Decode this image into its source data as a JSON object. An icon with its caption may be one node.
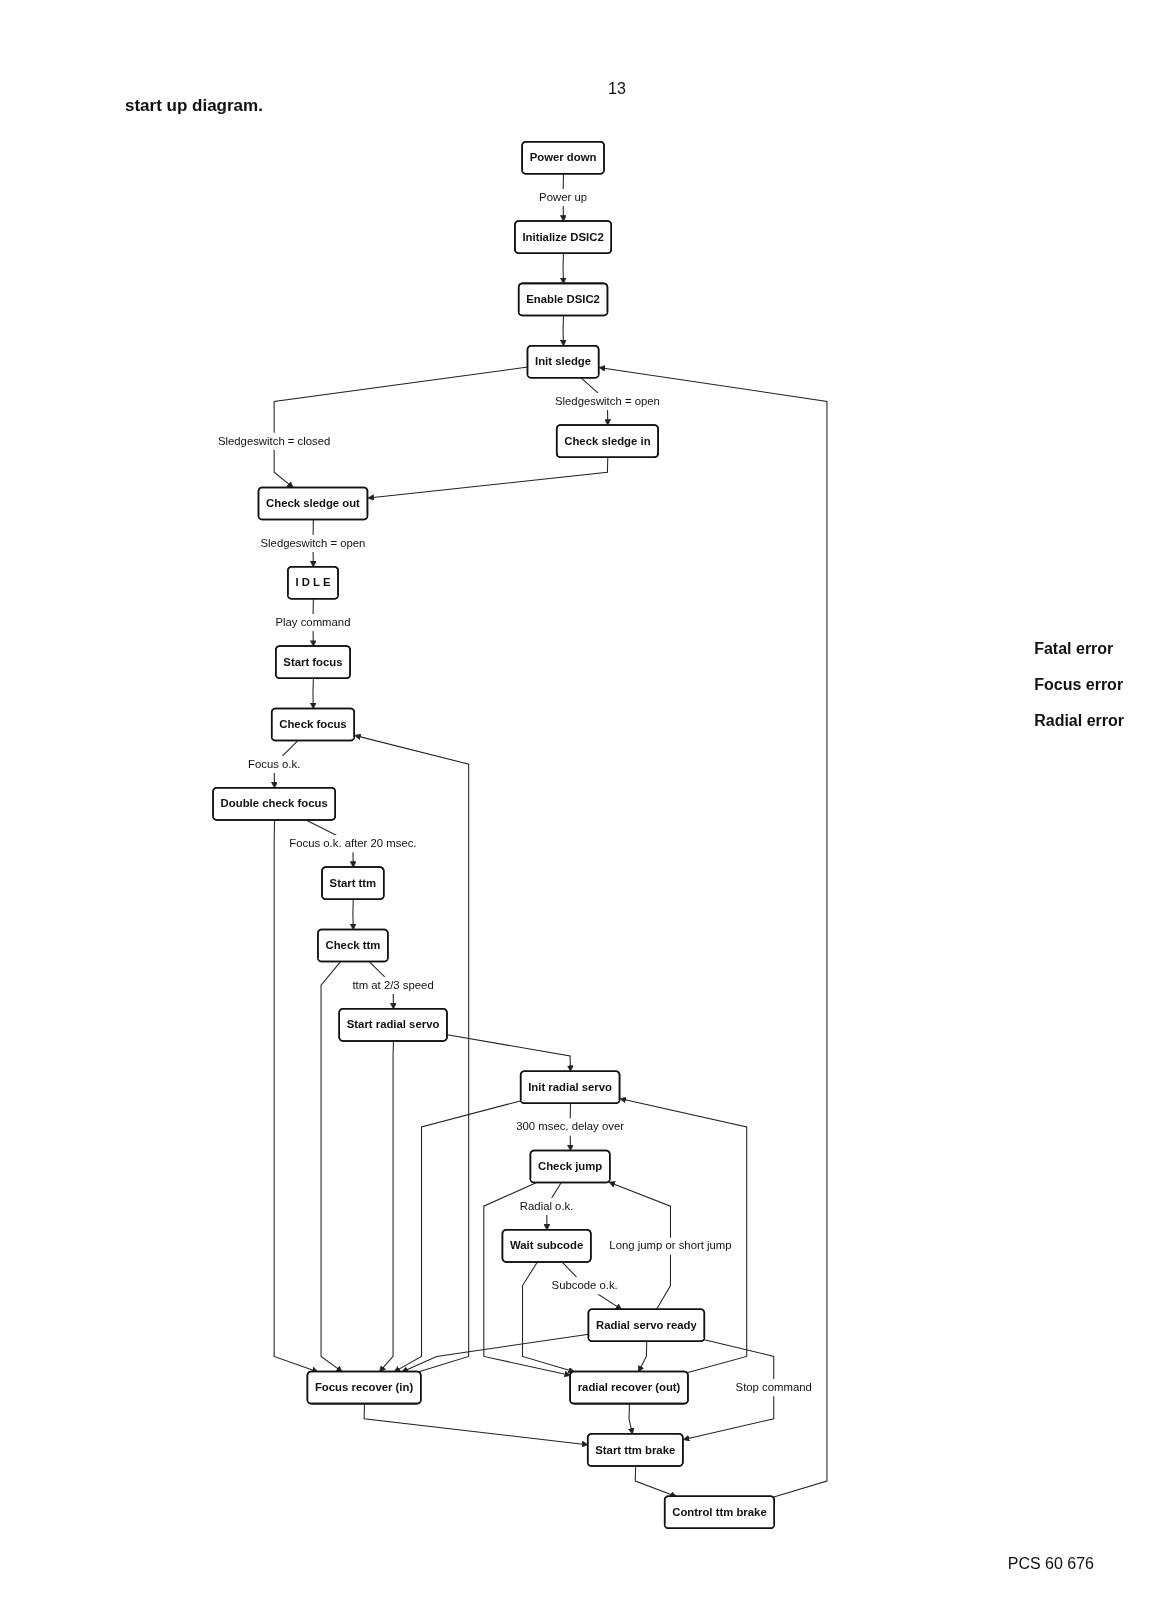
{
  "diagram": {
    "title": "start up diagram.",
    "nodes": [
      {
        "text": [
          "Power down"
        ]
      },
      {
        "text": [
          "Initialize DSIC2"
        ]
      },
      {
        "text": [
          "Enable DSIC2"
        ]
      },
      {
        "text": [
          "Init sledge"
        ]
      },
      {
        "text": [
          "Check sledge in"
        ]
      },
      {
        "text": [
          "Check sledge out"
        ]
      },
      {
        "text": [
          "I D L E"
        ]
      },
      {
        "text": [
          "Control ttm brake"
        ]
      },
      {
        "text": [
          "Start ttm brake"
        ]
      },
      {
        "text": [
          "Start focus"
        ]
      },
      {
        "text": [
          "Check focus"
        ]
      },
      {
        "text": [
          "Focus recover (in)"
        ]
      },
      {
        "text": [
          "Double check focus"
        ]
      },
      {
        "text": [
          "Start ttm"
        ]
      },
      {
        "text": [
          "Check ttm"
        ]
      },
      {
        "text": [
          "Start radial servo"
        ]
      },
      {
        "text": [
          "Init radial servo"
        ]
      },
      {
        "text": [
          "radial recover (out)"
        ]
      },
      {
        "text": [
          "Check jump"
        ]
      },
      {
        "text": [
          "Wait subcode"
        ]
      },
      {
        "text": [
          "Radial servo ready"
        ]
      }
    ],
    "edges": [
      {
        "from": 0,
        "to": 1,
        "arrow": "to",
        "label": "Power up"
      },
      {
        "from": 1,
        "to": 2,
        "arrow": "to"
      },
      {
        "from": 2,
        "to": 3,
        "arrow": "to"
      },
      {
        "from": 3,
        "to": 4,
        "arrow": "to",
        "label": "Sledgeswitch = open"
      },
      {
        "from": 3,
        "to": 5,
        "arrow": "to",
        "label": "Sledgeswitch = closed"
      },
      {
        "from": 4,
        "to": 5,
        "arrow": "to"
      },
      {
        "from": 5,
        "to": 6,
        "arrow": "to",
        "label": "Sledgeswitch = open"
      },
      {
        "from": 8,
        "to": 7,
        "arrow": "to"
      },
      {
        "from": 7,
        "to": 3,
        "arrow": "to"
      },
      {
        "from": 6,
        "to": 9,
        "arrow": "to",
        "label": "Play command"
      },
      {
        "from": 9,
        "to": 10,
        "arrow": "to"
      },
      {
        "from": 11,
        "to": 10,
        "arrow": "to"
      },
      {
        "from": 11,
        "to": 8,
        "arrow": "to"
      },
      {
        "from": 10,
        "to": 12,
        "arrow": "to",
        "label": "Focus o.k."
      },
      {
        "from": 12,
        "to": 11,
        "arrow": "to"
      },
      {
        "from": 12,
        "to": 13,
        "arrow": "to",
        "label": "Focus o.k. after 20 msec."
      },
      {
        "from": 13,
        "to": 14,
        "arrow": "to"
      },
      {
        "from": 14,
        "to": 11,
        "arrow": "to"
      },
      {
        "from": 14,
        "to": 15,
        "arrow": "to",
        "label": "ttm at 2/3 speed"
      },
      {
        "from": 15,
        "to": 11,
        "arrow": "to"
      },
      {
        "from": 15,
        "to": 16,
        "arrow": "to"
      },
      {
        "from": 16,
        "to": 11,
        "arrow": "to"
      },
      {
        "from": 17,
        "to": 16,
        "arrow": "to"
      },
      {
        "from": 17,
        "to": 8,
        "arrow": "to"
      },
      {
        "from": 16,
        "to": 18,
        "arrow": "to",
        "label": "300 msec. delay over"
      },
      {
        "from": 18,
        "to": 17,
        "arrow": "to"
      },
      {
        "from": 18,
        "to": 19,
        "arrow": "to",
        "label": "Radial o.k."
      },
      {
        "from": 19,
        "to": 17,
        "arrow": "to"
      },
      {
        "from": 19,
        "to": 20,
        "arrow": "to",
        "label": "Subcode o.k."
      },
      {
        "from": 20,
        "to": 17,
        "arrow": "to"
      },
      {
        "from": 20,
        "to": 11,
        "arrow": "to"
      },
      {
        "from": 20,
        "to": 18,
        "arrow": "to",
        "label": "Long jump or short jump"
      },
      {
        "from": 20,
        "to": 8,
        "arrow": "to",
        "label": "Stop command"
      }
    ],
    "labels": [
      "13",
      "Fatal error",
      "Focus error",
      "Radial error",
      "PCS 60 676"
    ]
  }
}
